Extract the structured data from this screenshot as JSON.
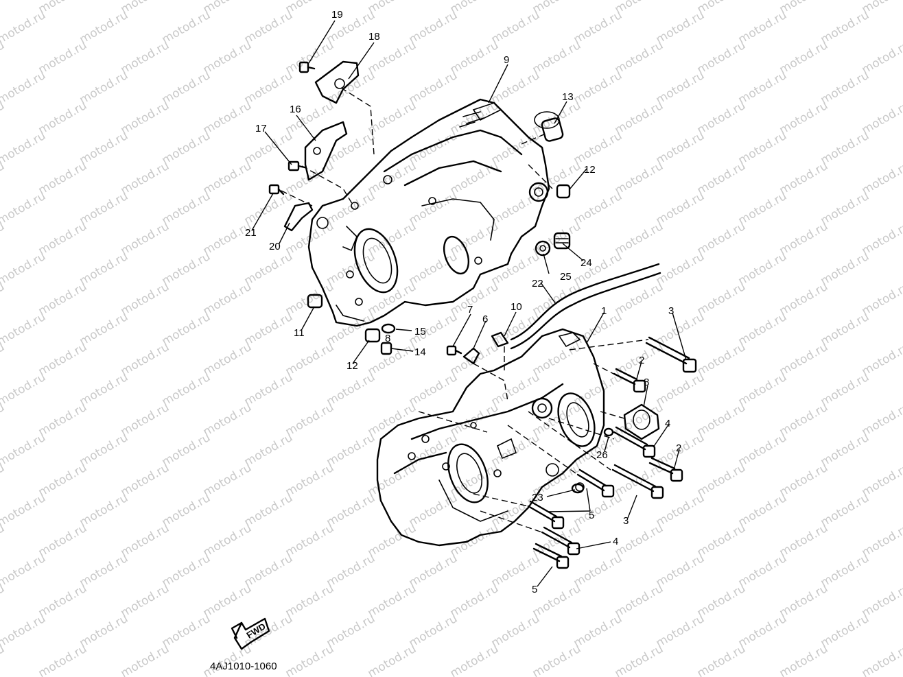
{
  "watermark": {
    "text": "motod.ru"
  },
  "labels": {
    "p1": "1",
    "p2a": "2",
    "p2b": "2",
    "p3a": "3",
    "p3b": "3",
    "p4a": "4",
    "p4b": "4",
    "p5a": "5",
    "p5b": "5",
    "p6": "6",
    "p7": "7",
    "p8a": "8",
    "p8b": "8",
    "p9": "9",
    "p10": "10",
    "p11": "11",
    "p12a": "12",
    "p12b": "12",
    "p13": "13",
    "p14": "14",
    "p15": "15",
    "p16": "16",
    "p17": "17",
    "p18": "18",
    "p19": "19",
    "p20": "20",
    "p21": "21",
    "p22": "22",
    "p23": "23",
    "p24": "24",
    "p25": "25",
    "p26": "26"
  },
  "fwd": {
    "text": "FWD"
  },
  "diagram_code": "4AJ1010-1060",
  "colors": {
    "ink": "#000000",
    "watermark": "#c9c9c9",
    "background": "#ffffff"
  }
}
